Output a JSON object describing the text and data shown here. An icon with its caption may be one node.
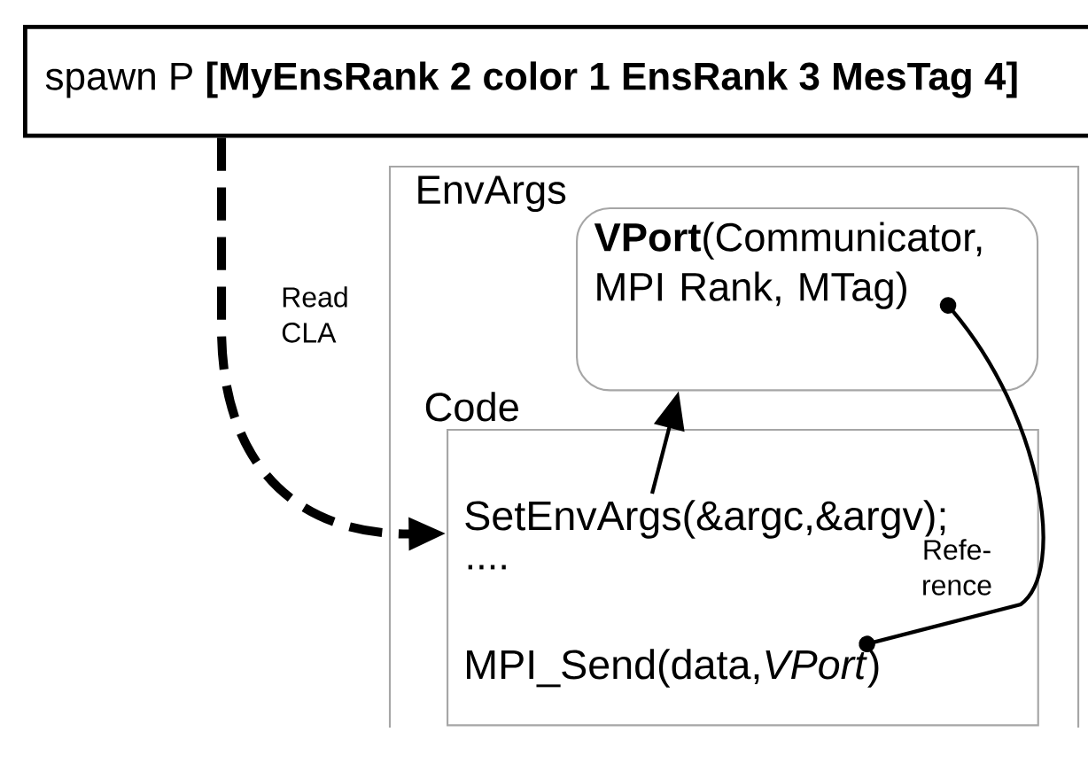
{
  "diagram": {
    "nodes": [
      {
        "text": [
          "spawn P **[MyEnsRank 2 color 1 EnsRank 3 MesTag 4]**"
        ]
      },
      {
        "text": [
          "EnvArgs"
        ]
      },
      {
        "text": [
          "**VPort**(Communicator, MPI Rank, MTag)"
        ],
        "in": 1
      },
      {
        "text": [
          "Code",
          "...."
        ],
        "in": 1
      },
      {
        "text": [
          "SetEnvArgs(&argc,&argv);"
        ],
        "in": 3
      },
      {
        "text": [
          "MPI_Send(data,*VPort*)"
        ],
        "in": 3
      }
    ],
    "edges": [
      {
        "from": 0,
        "to": 4,
        "arrow": "to",
        "label": "Read CLA",
        "style": "dashed"
      },
      {
        "from": 4,
        "to": 2,
        "arrow": "to"
      },
      {
        "from": 2,
        "to": 5,
        "arrow": "other",
        "label": "Refe- rence"
      }
    ]
  }
}
